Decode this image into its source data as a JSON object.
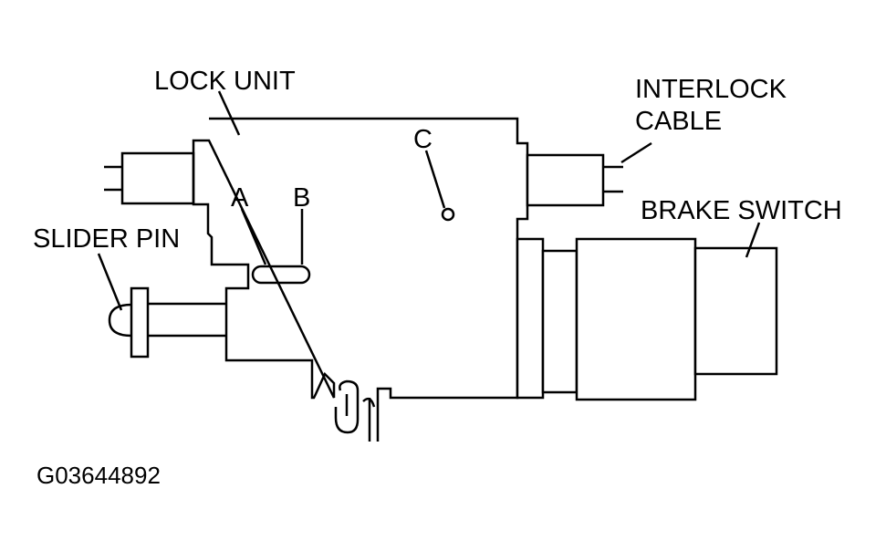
{
  "labels": {
    "lock_unit": "LOCK UNIT",
    "interlock_line1": "INTERLOCK",
    "interlock_line2": "CABLE",
    "brake_switch": "BRAKE SWITCH",
    "slider_pin": "SLIDER PIN",
    "point_a": "A",
    "point_b": "B",
    "point_c": "C"
  },
  "figure_id": "G03644892",
  "colors": {
    "line": "#000000",
    "background": "#ffffff"
  }
}
